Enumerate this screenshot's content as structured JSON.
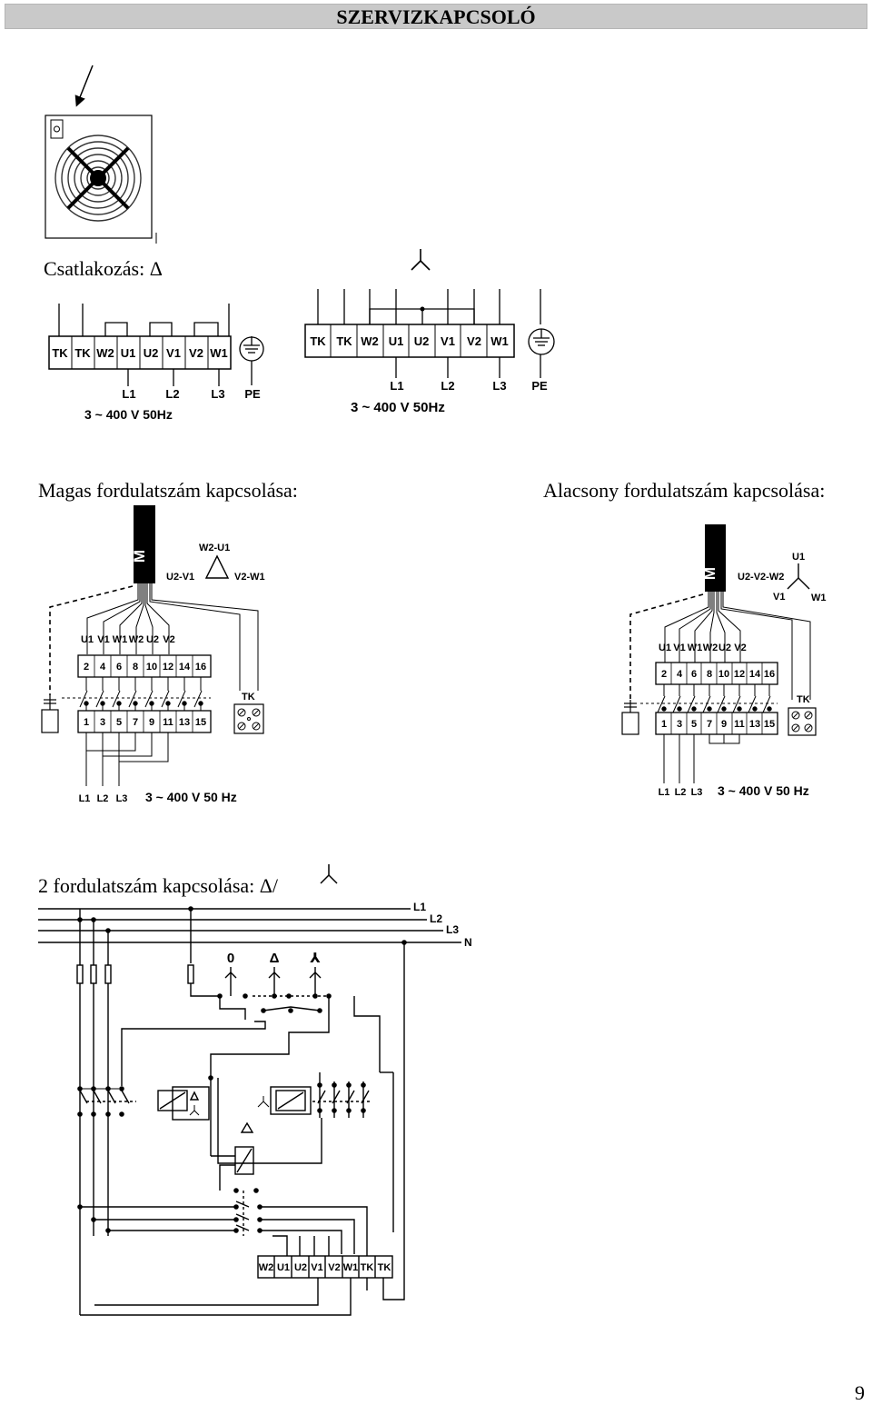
{
  "page": {
    "title": "SZERVIZKAPCSOLÓ",
    "page_number": "9"
  },
  "sections": {
    "connection_label": "Csatlakozás: Δ",
    "high_speed_label": "Magas fordulatszám kapcsolása:",
    "low_speed_label": "Alacsony fordulatszám kapcsolása:",
    "two_speed_label": "2 fordulatszám kapcsolása: Δ/"
  },
  "delta_block": {
    "terminals": [
      "TK",
      "TK",
      "W2",
      "U1",
      "U2",
      "V1",
      "V2",
      "W1"
    ],
    "lines": [
      "L1",
      "L2",
      "L3",
      "PE"
    ],
    "supply": "3 ~ 400 V  50Hz"
  },
  "star_block": {
    "terminals": [
      "TK",
      "TK",
      "W2",
      "U1",
      "U2",
      "V1",
      "V2",
      "W1"
    ],
    "lines": [
      "L1",
      "L2",
      "L3",
      "PE"
    ],
    "supply": "3 ~ 400 V  50Hz"
  },
  "high_speed": {
    "motor": "M",
    "delta_labels": [
      "W2-U1",
      "U2-V1",
      "V2-W1"
    ],
    "wire_labels": [
      "U1",
      "V1",
      "W1",
      "W2",
      "U2",
      "V2"
    ],
    "top_terminals": [
      "2",
      "4",
      "6",
      "8",
      "10",
      "12",
      "14",
      "16"
    ],
    "bottom_terminals": [
      "1",
      "3",
      "5",
      "7",
      "9",
      "11",
      "13",
      "15"
    ],
    "tk": "TK",
    "lines": [
      "L1",
      "L2",
      "L3"
    ],
    "supply": "3 ~ 400 V 50 Hz"
  },
  "low_speed": {
    "motor": "M",
    "star_labels": [
      "U1",
      "U2-V2-W2",
      "V1",
      "W1"
    ],
    "wire_labels": [
      "U1",
      "V1",
      "W1",
      "W2",
      "U2",
      "V2"
    ],
    "top_terminals": [
      "2",
      "4",
      "6",
      "8",
      "10",
      "12",
      "14",
      "16"
    ],
    "bottom_terminals": [
      "1",
      "3",
      "5",
      "7",
      "9",
      "11",
      "13",
      "15"
    ],
    "tk": "TK",
    "lines": [
      "L1",
      "L2",
      "L3"
    ],
    "supply": "3 ~ 400 V 50 Hz"
  },
  "schematic": {
    "bus_labels": [
      "L1",
      "L2",
      "L3",
      "N"
    ],
    "selector_labels": [
      "0",
      "Δ",
      "⅄"
    ],
    "bottom_terminals": [
      "W2",
      "U1",
      "U2",
      "V1",
      "V2",
      "W1",
      "TK",
      "TK"
    ]
  }
}
